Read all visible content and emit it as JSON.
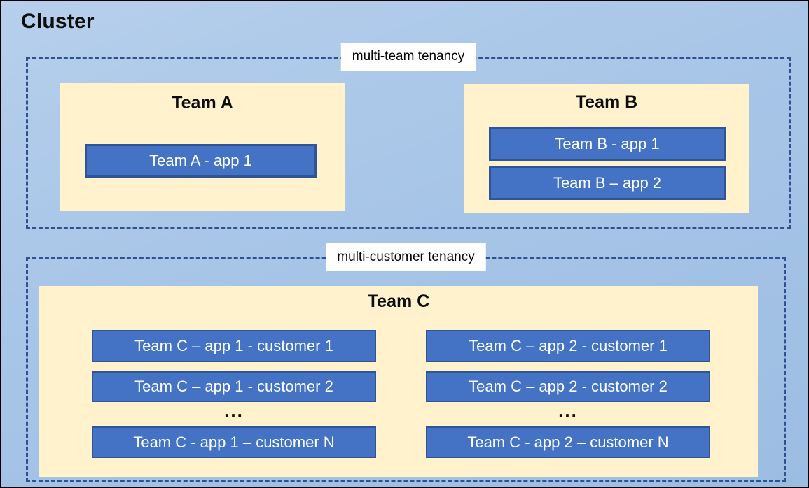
{
  "cluster": {
    "title": "Cluster"
  },
  "multi_team": {
    "label": "multi-team tenancy",
    "team_a": {
      "title": "Team A",
      "apps": [
        "Team A - app 1"
      ]
    },
    "team_b": {
      "title": "Team B",
      "apps": [
        "Team B - app 1",
        "Team B – app 2"
      ]
    }
  },
  "multi_customer": {
    "label": "multi-customer tenancy",
    "team_c": {
      "title": "Team C",
      "col1": {
        "row1": "Team C – app 1 - customer 1",
        "row2": "Team C – app 1 - customer 2",
        "ellipsis": "...",
        "row_n": "Team C - app 1 – customer N"
      },
      "col2": {
        "row1": "Team C – app 2 - customer 1",
        "row2": "Team C – app 2 - customer 2",
        "ellipsis": "...",
        "row_n": "Team C - app 2 – customer N"
      }
    }
  },
  "colors": {
    "canvas_blue": "#A7C5E7",
    "panel_cream": "#FFF2CC",
    "app_fill_blue": "#4472C4",
    "app_border_blue": "#2F5597",
    "dashed_border_blue": "#2E5290",
    "outer_border": "#000000",
    "label_bg": "#FFFFFF",
    "title_text": "#0D0D0D",
    "app_text": "#FFFFFF"
  }
}
